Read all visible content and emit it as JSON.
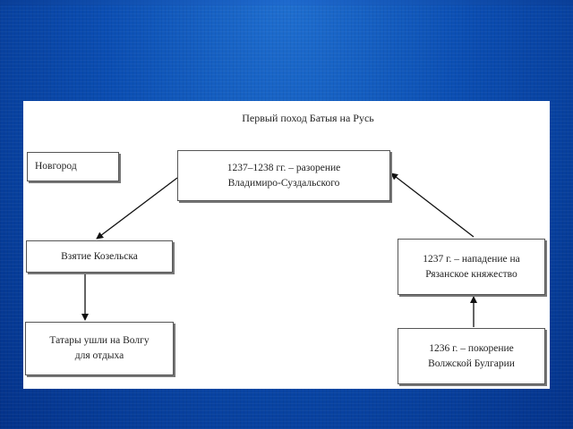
{
  "diagram": {
    "title": "Первый поход Батыя на Русь",
    "boxes": {
      "novgorod": "Новгород",
      "vladimir": "1237–1238 гг. – разорение Владимиро-Суздальского",
      "kozelsk": "Взятие Козельска",
      "volga": "Татары ушли на Волгу для отдыха",
      "ryazan": "1237 г. – нападение на Рязанское княжество",
      "bulgaria": "1236 г. – покорение Волжской Булгарии"
    }
  }
}
